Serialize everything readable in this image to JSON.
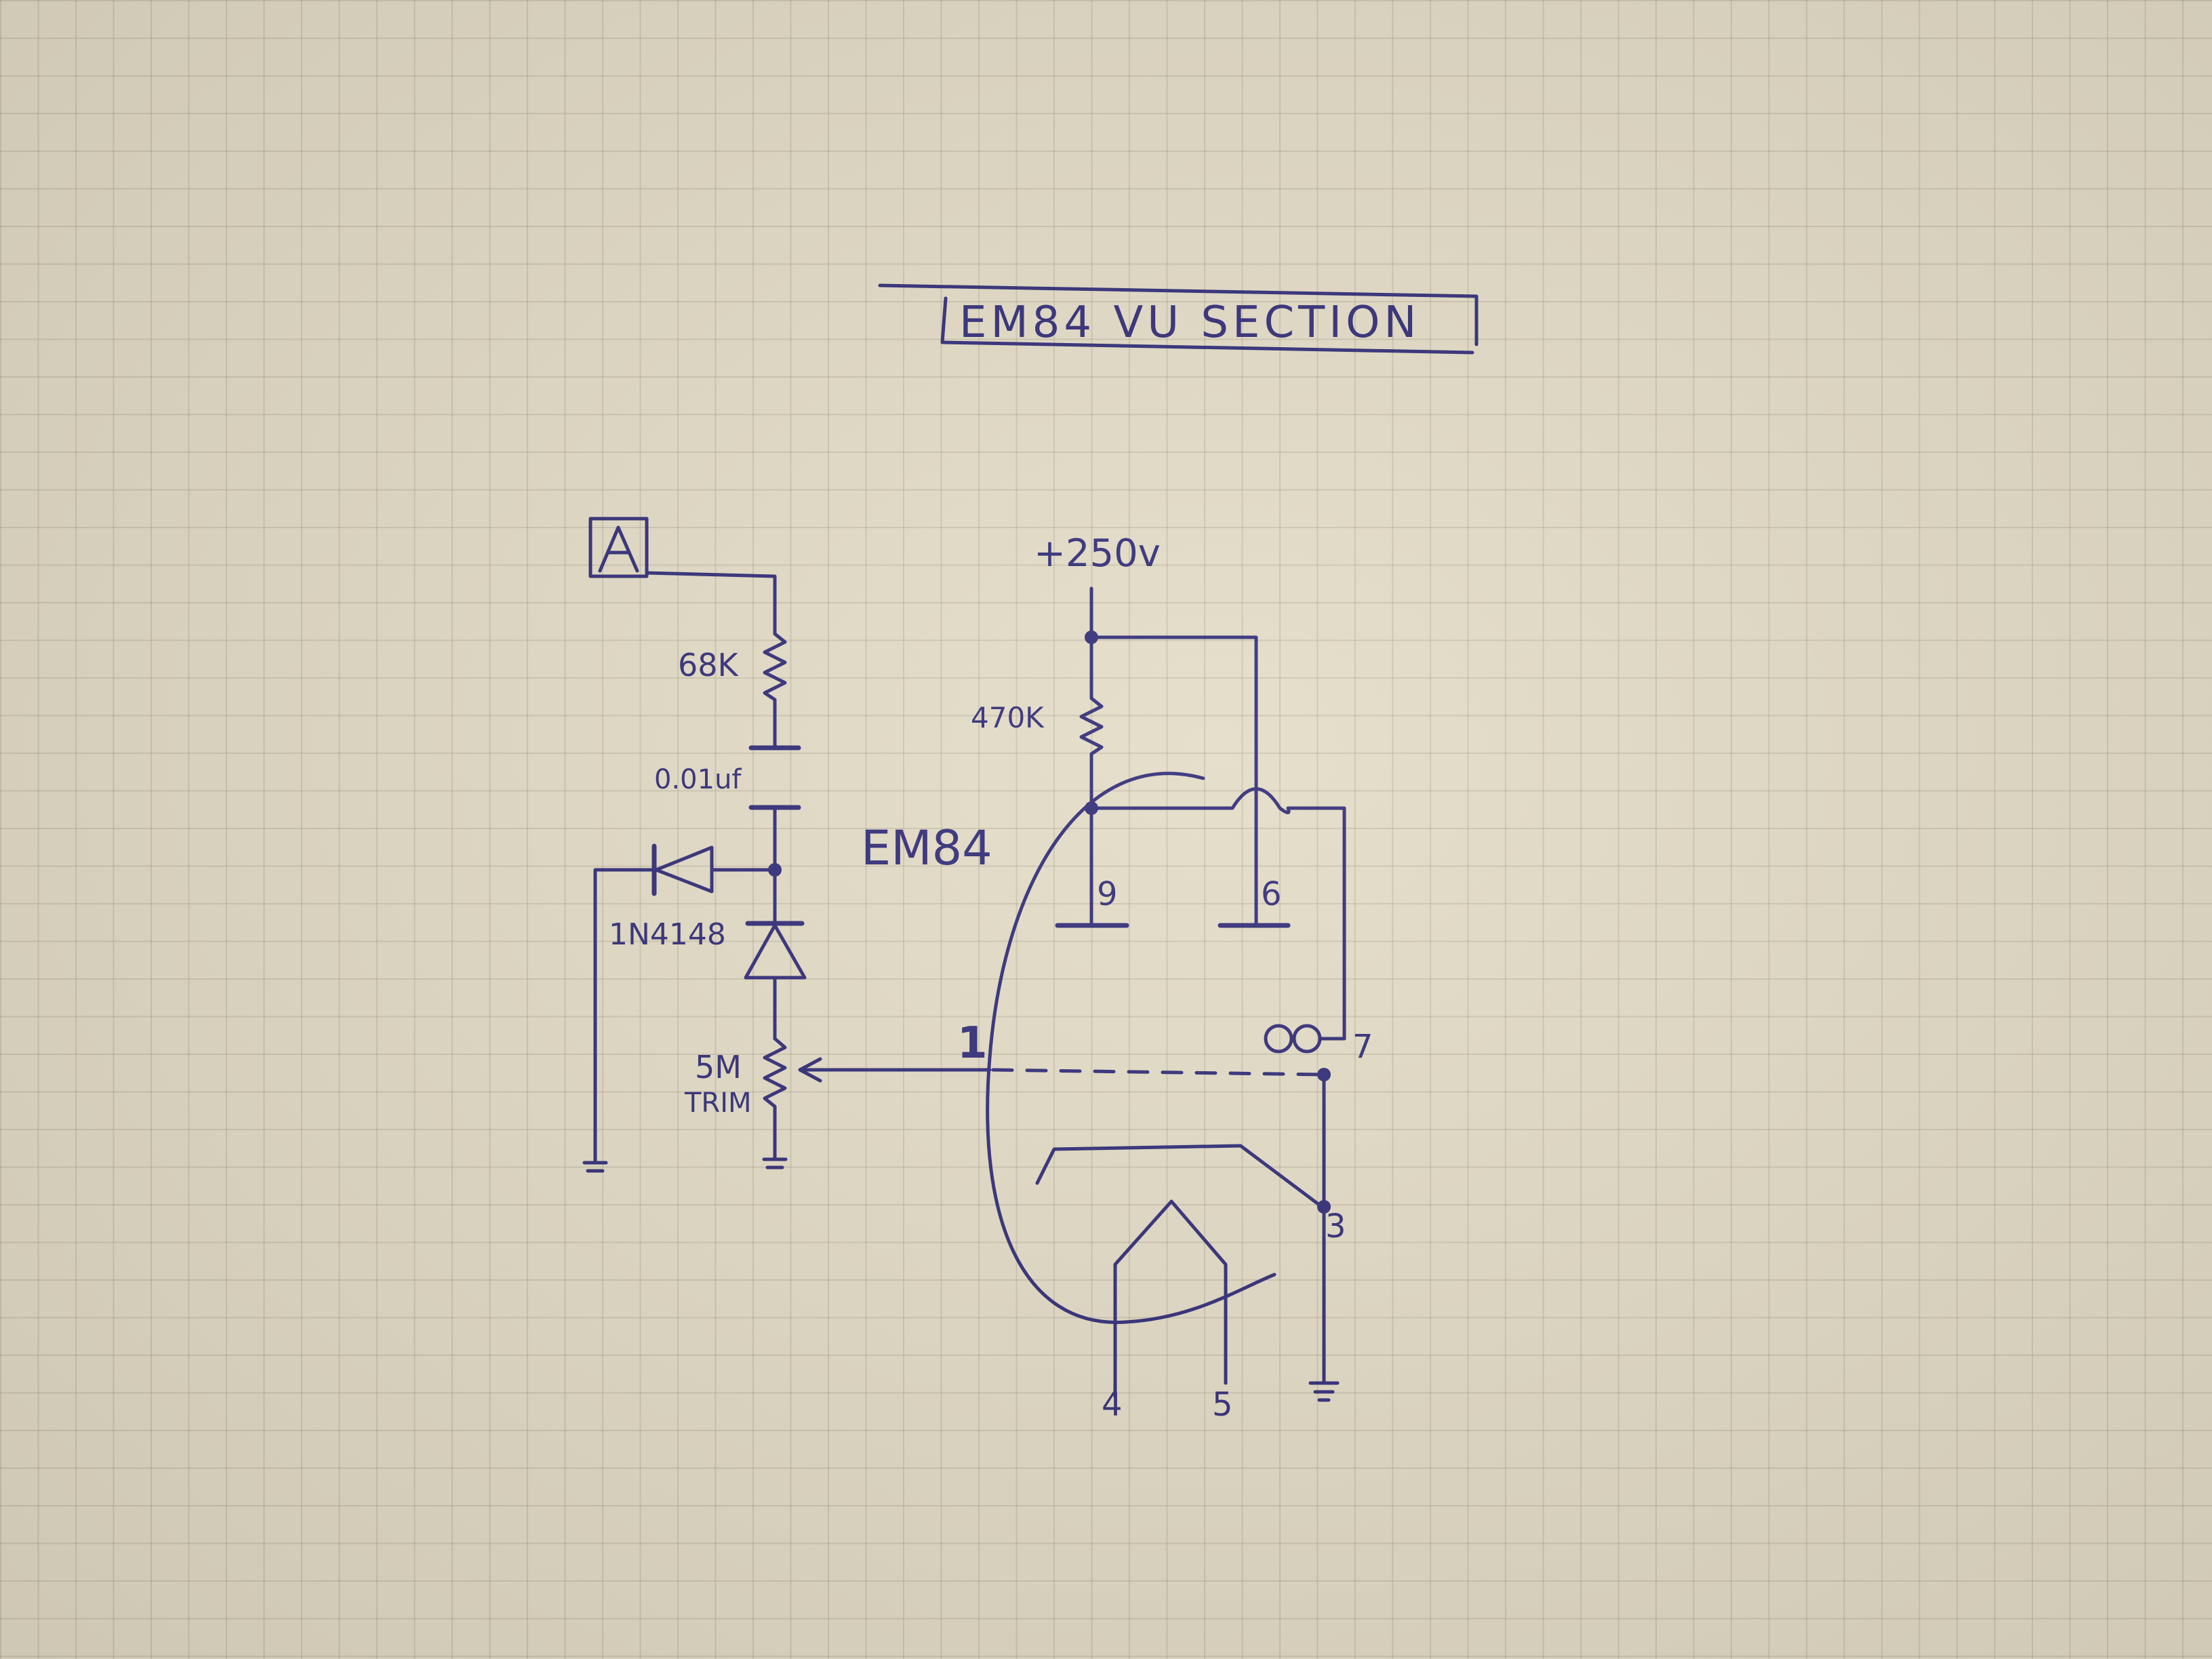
{
  "title": "EM84 VU SECTION",
  "input_marker": "A",
  "labels": {
    "r1": "68K",
    "c1": "0.01uf",
    "diode": "1N4148",
    "trim_line1": "5M",
    "trim_line2": "TRIM",
    "supply": "+250v",
    "r2": "470K",
    "tube": "EM84"
  },
  "pins": {
    "p1": "1",
    "p9": "9",
    "p6": "6",
    "p7": "7",
    "p3": "3",
    "p4": "4",
    "p5": "5"
  },
  "colors": {
    "ink": "#2e2a78",
    "paper": "#e3dcc8"
  }
}
